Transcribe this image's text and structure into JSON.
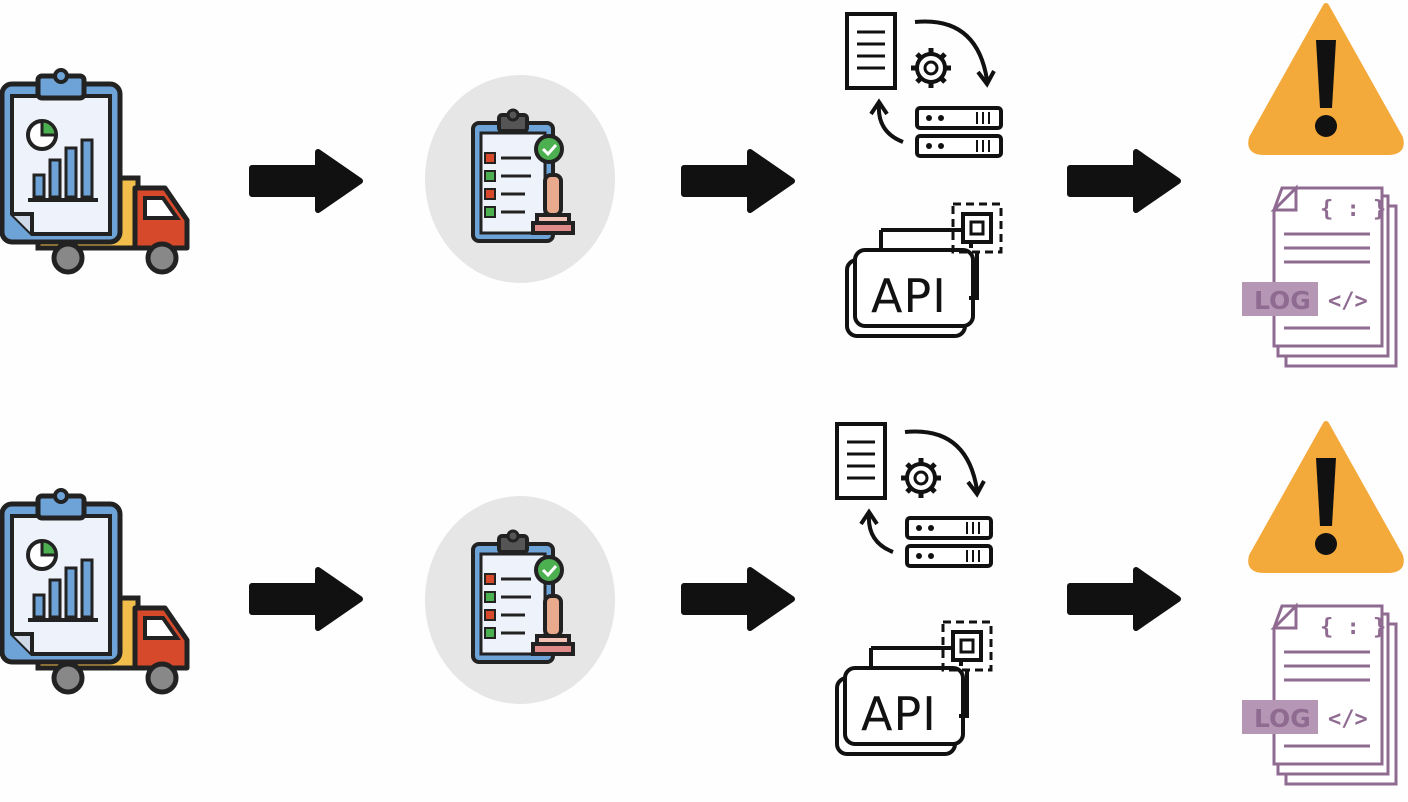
{
  "rows": [
    {
      "api_label": "API",
      "log_label": "LOG",
      "code_label": "</>",
      "json_label": "{ : }"
    },
    {
      "api_label": "API",
      "log_label": "LOG",
      "code_label": "</>",
      "json_label": "{ : }"
    }
  ],
  "colors": {
    "warning": "#f4a93b",
    "clipboard_blue": "#6ea3d8",
    "truck_red": "#d64a2b",
    "truck_yellow": "#f1be4c",
    "log_purple": "#8f6b92",
    "circle_bg": "#e6e6e6",
    "arrow": "#111111"
  },
  "icons": [
    "shipment-report-icon",
    "approval-checklist-icon",
    "document-processing-icon",
    "api-icon",
    "warning-icon",
    "log-files-icon"
  ]
}
